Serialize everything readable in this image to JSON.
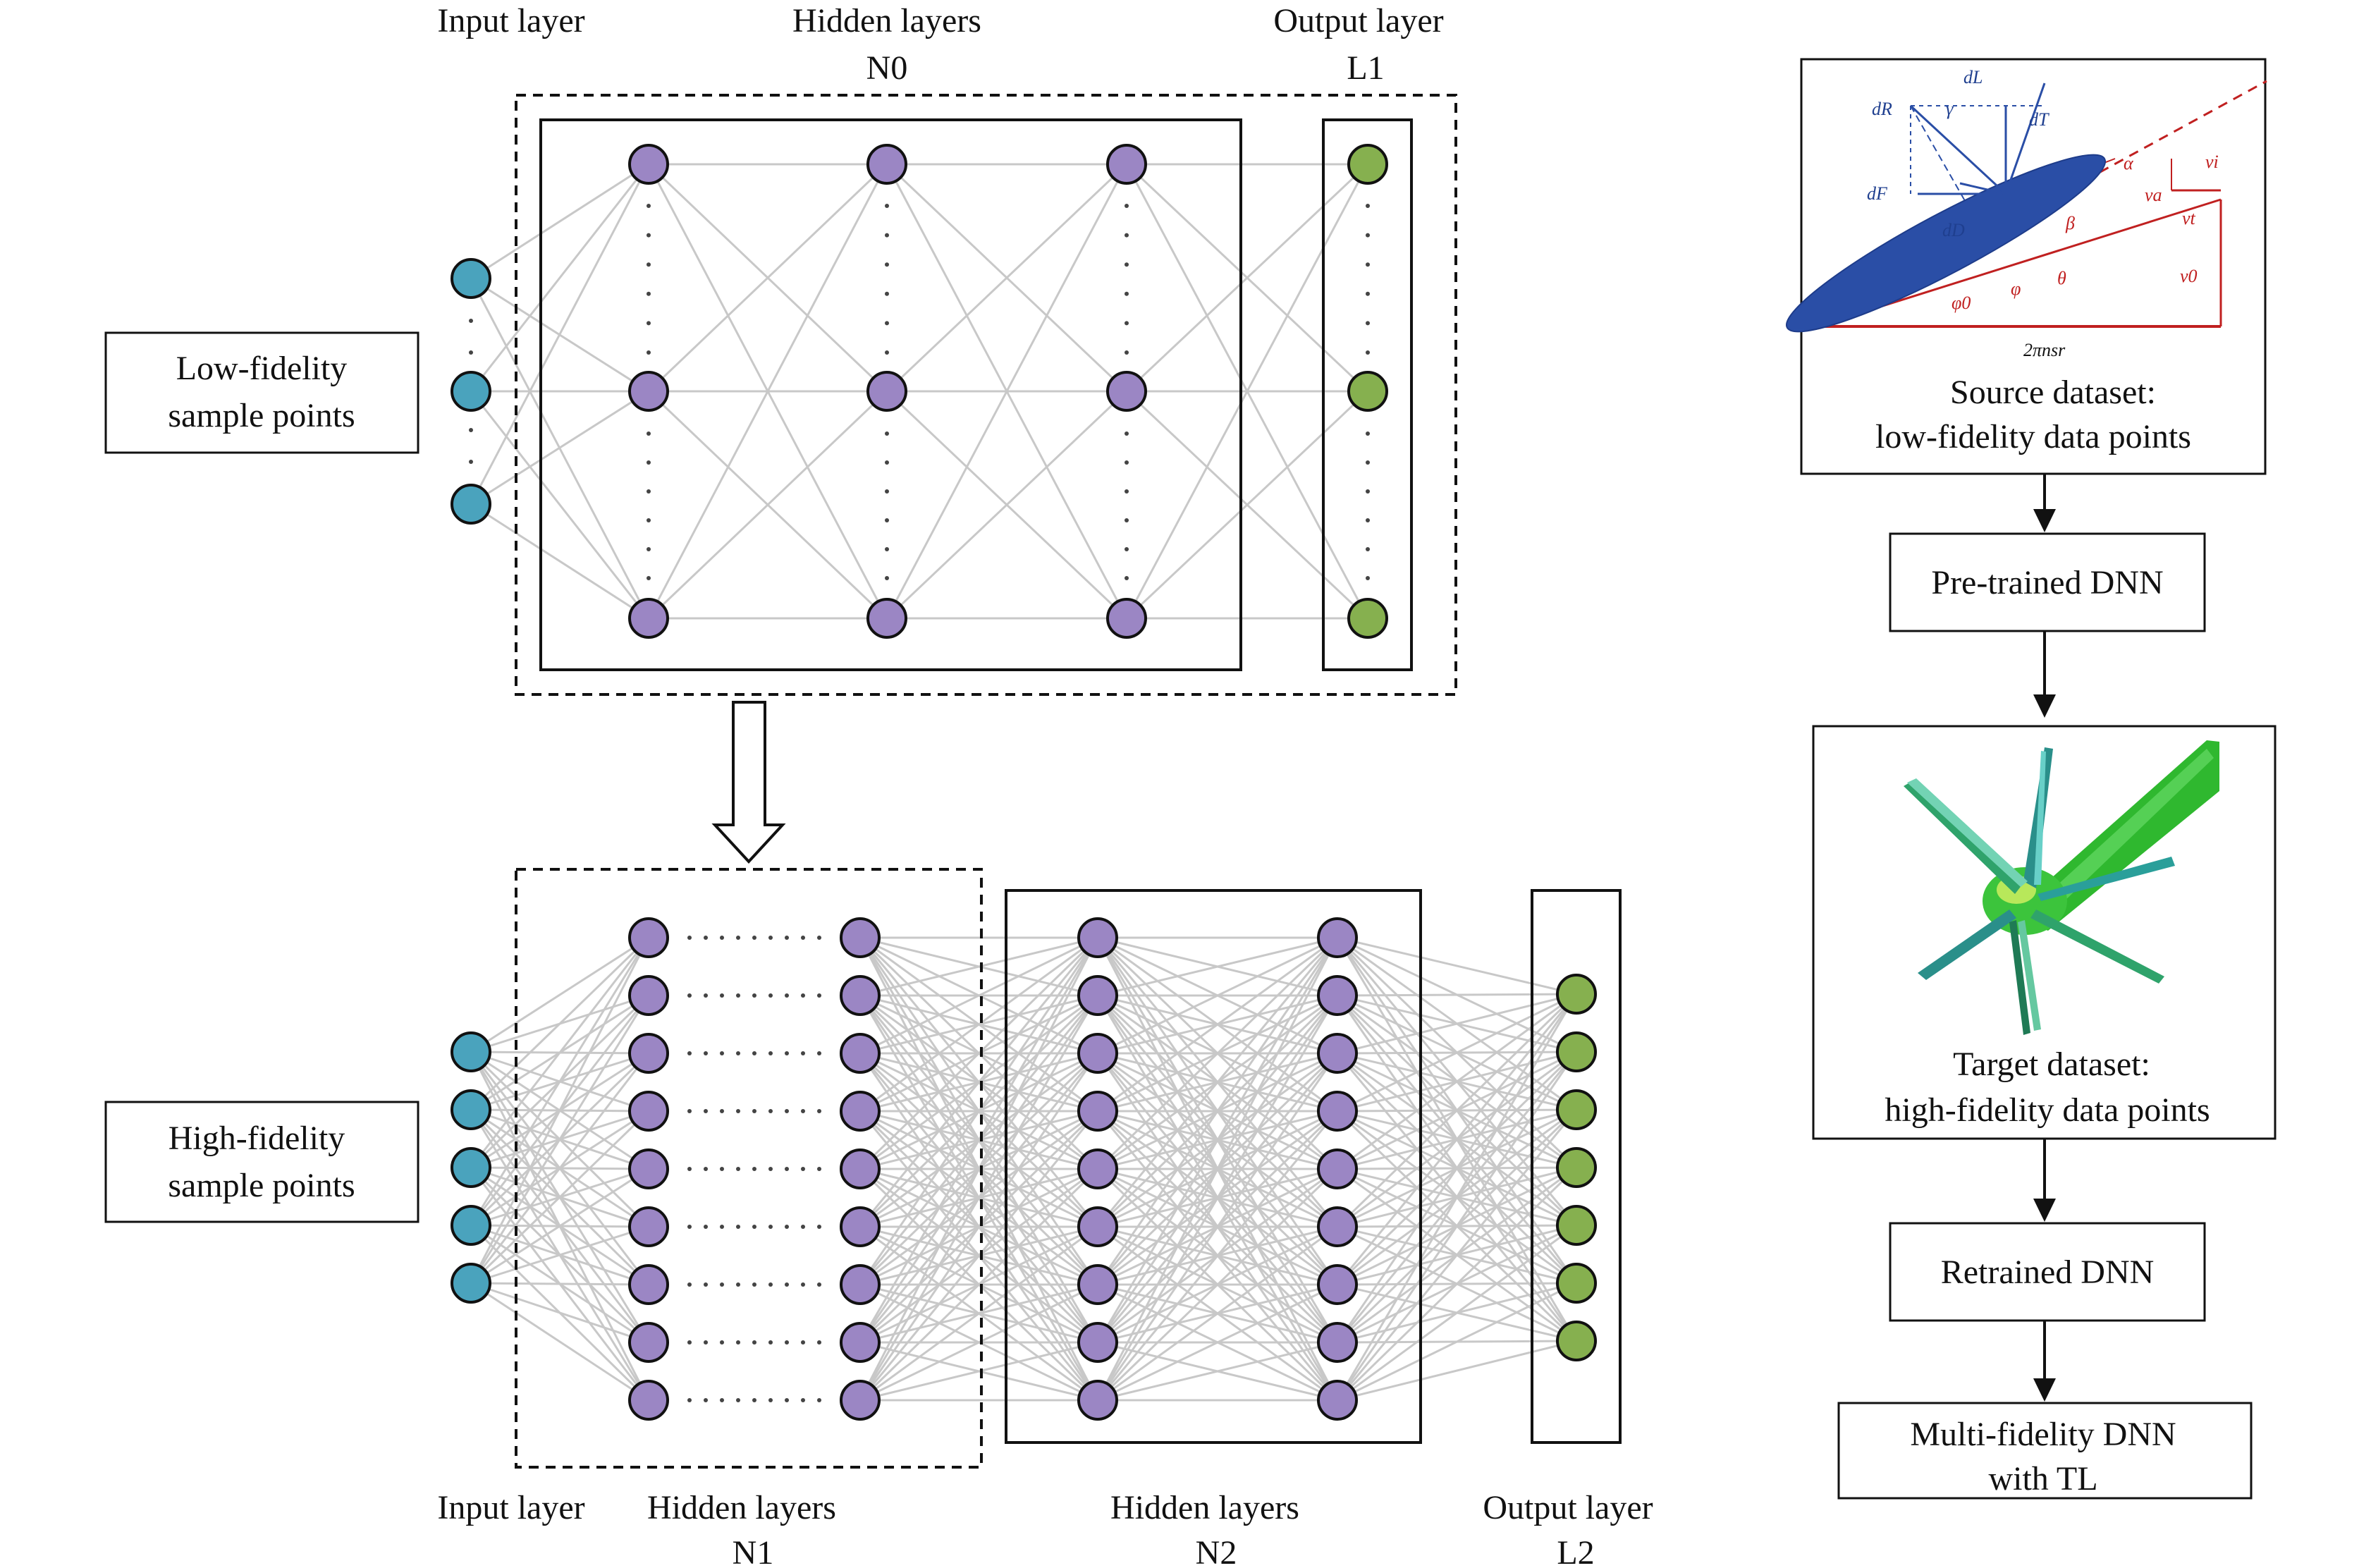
{
  "top_network": {
    "input_label": "Input layer",
    "hidden_label": "Hidden layers",
    "hidden_id": "N0",
    "output_label": "Output layer",
    "output_id": "L1",
    "sample_box": [
      "Low-fidelity",
      "sample points"
    ]
  },
  "bottom_network": {
    "input_label": "Input layer",
    "hidden1_label": "Hidden layers",
    "hidden1_id": "N1",
    "hidden2_label": "Hidden layers",
    "hidden2_id": "N2",
    "output_label": "Output layer",
    "output_id": "L2",
    "sample_box": [
      "High-fidelity",
      "sample points"
    ]
  },
  "flow": {
    "source_caption": [
      "Source dataset:",
      "low-fidelity data points"
    ],
    "pretrained": "Pre-trained DNN",
    "target_caption": [
      "Target dataset:",
      "high-fidelity data points"
    ],
    "retrained": "Retrained DNN",
    "multi": [
      "Multi-fidelity DNN",
      "with TL"
    ]
  },
  "blade_diagram_labels": {
    "dL": "dL",
    "dR": "dR",
    "dT": "dT",
    "dF": "dF",
    "dD": "dD",
    "gamma": "γ",
    "alpha": "α",
    "beta": "β",
    "theta": "θ",
    "phi": "φ",
    "phi0": "φ0",
    "vi": "vi",
    "va": "va",
    "vt": "vt",
    "v0": "v0",
    "span": "2πnsr"
  },
  "colors": {
    "input_node": "#4aa3bd",
    "hidden_node": "#9b86c4",
    "output_node": "#86b04f",
    "edge": "#c8c8c8",
    "blade": "#2a4ea6",
    "force_lines": "#c02020"
  }
}
